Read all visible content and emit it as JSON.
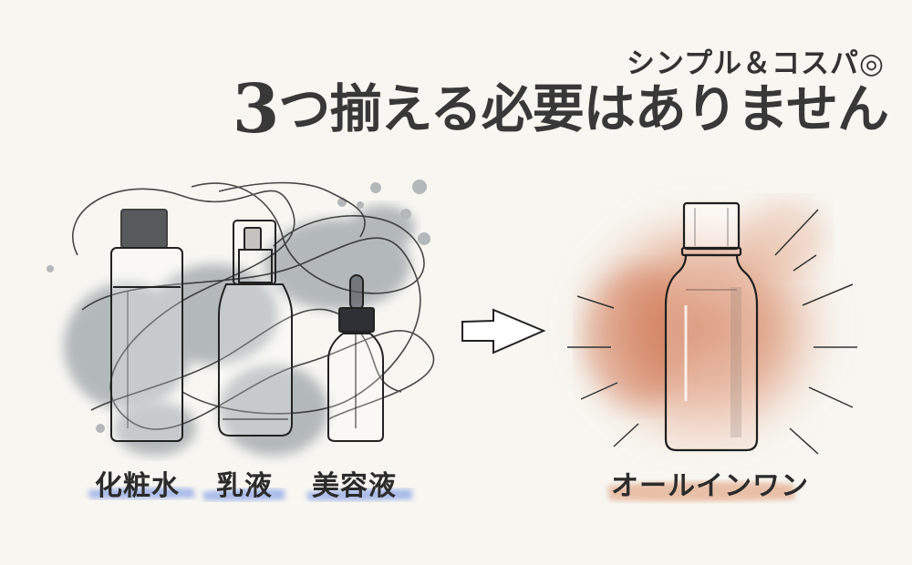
{
  "header": {
    "subtitle": "シンプル＆コスパ◎",
    "headline_number": "3",
    "headline_rest": "つ揃える必要はありません"
  },
  "left_group": {
    "illustration": "three-skincare-bottles-tangled-lines",
    "labels": [
      {
        "text": "化粧水",
        "underline_color": "#8fa7e6"
      },
      {
        "text": "乳液",
        "underline_color": "#8fa7e6"
      },
      {
        "text": "美容液",
        "underline_color": "#8fa7e6"
      }
    ],
    "ink_color": "#7d8790"
  },
  "arrow": {
    "icon": "right-arrow-outline-icon"
  },
  "right_group": {
    "illustration": "single-glass-bottle-with-radiating-lines",
    "label": "オールインワン",
    "underline_color": "#e6b79c",
    "splash_color": "#c9663f"
  }
}
